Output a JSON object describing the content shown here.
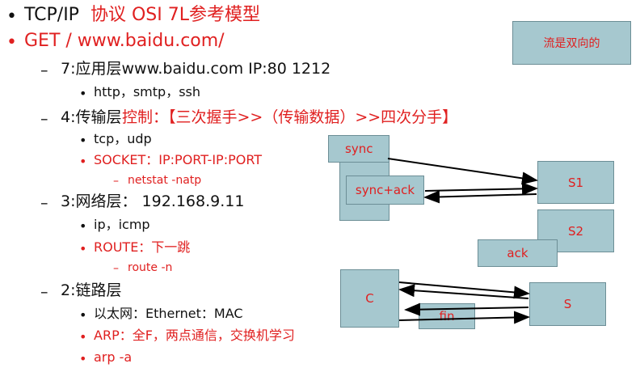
{
  "slide": {
    "items": [
      {
        "bullet": "•",
        "text": "TCP/IP",
        "text_red": "协议  OSI 7L参考模型"
      },
      {
        "bullet": "•",
        "text": "GET / www.baidu.com/"
      },
      {
        "bullet": "–",
        "text": "7:应用层www.baidu.com  IP:80  1212"
      },
      {
        "bullet": "•",
        "text": "http，smtp，ssh"
      },
      {
        "bullet": "–",
        "text": "4:传输层",
        "text_red": "控制：【三次握手>>（传输数据）>>四次分手】"
      },
      {
        "bullet": "•",
        "text": "tcp，udp"
      },
      {
        "bullet": "•",
        "text": "SOCKET：IP:PORT-IP:PORT"
      },
      {
        "bullet": "–",
        "text": "netstat -natp"
      },
      {
        "bullet": "–",
        "text": "3:网络层： 192.168.9.11"
      },
      {
        "bullet": "•",
        "text": "ip，icmp"
      },
      {
        "bullet": "•",
        "text": "ROUTE：下一跳"
      },
      {
        "bullet": "–",
        "text": "route -n"
      },
      {
        "bullet": "–",
        "text": "2:链路层"
      },
      {
        "bullet": "•",
        "text": "以太网：Ethernet：MAC"
      },
      {
        "bullet": "•",
        "text": "ARP：全F，两点通信，交换机学习"
      },
      {
        "bullet": "•",
        "text": "arp -a"
      }
    ]
  },
  "diagram": {
    "note": "流是双向的",
    "sync": "sync",
    "syncack": "sync+ack",
    "ack": "ack",
    "s1": "S1",
    "s2": "S2",
    "c": "C",
    "s": "S",
    "fin": "fin"
  },
  "colors": {
    "accent_red": "#e02020",
    "box_fill": "#a6c8cf",
    "box_border": "#6c8e96"
  }
}
